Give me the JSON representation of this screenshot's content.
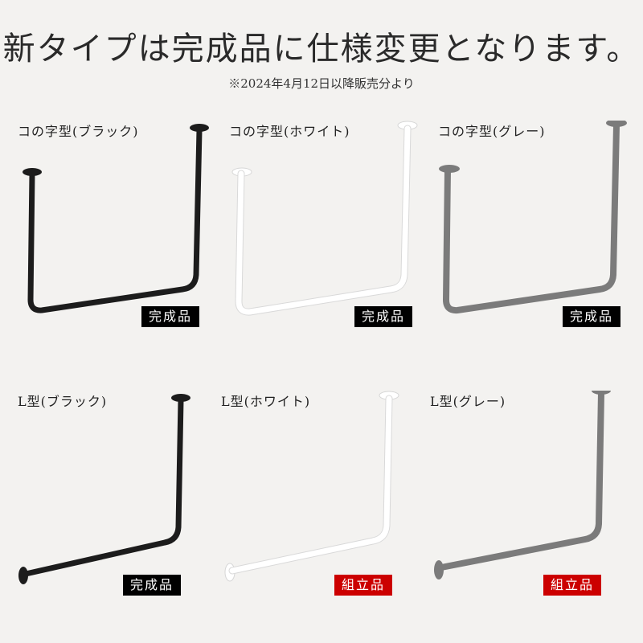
{
  "header": {
    "title": "新タイプは完成品に仕様変更となります。",
    "note": "※2024年4月12日以降販売分より"
  },
  "colors": {
    "black_bar": "#1c1c1c",
    "white_bar": "#ffffff",
    "gray_bar": "#7b7b7b",
    "badge_complete": "#000000",
    "badge_assembly": "#cc0000"
  },
  "products": [
    {
      "label": "コの字型(ブラック)",
      "badge": "完成品",
      "badge_type": "complete"
    },
    {
      "label": "コの字型(ホワイト)",
      "badge": "完成品",
      "badge_type": "complete"
    },
    {
      "label": "コの字型(グレー)",
      "badge": "完成品",
      "badge_type": "complete"
    },
    {
      "label": "L型(ブラック)",
      "badge": "完成品",
      "badge_type": "complete"
    },
    {
      "label": "L型(ホワイト)",
      "badge": "組立品",
      "badge_type": "assembly"
    },
    {
      "label": "L型(グレー)",
      "badge": "組立品",
      "badge_type": "assembly"
    }
  ]
}
